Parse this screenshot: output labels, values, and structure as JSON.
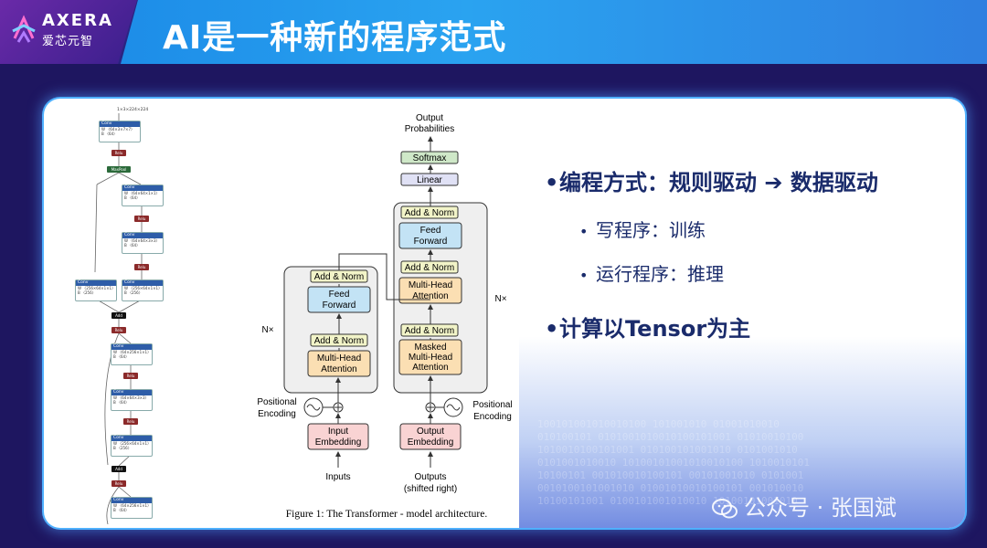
{
  "logo": {
    "brand": "AXERA",
    "chinese": "爱芯元智"
  },
  "title": "AI是一种新的程序范式",
  "figure": {
    "caption": "Figure 1: The Transformer - model architecture.",
    "output_probabilities": [
      "Output",
      "Probabilities"
    ],
    "softmax": "Softmax",
    "linear": "Linear",
    "add_norm": "Add & Norm",
    "feed_forward": [
      "Feed",
      "Forward"
    ],
    "multi_head": [
      "Multi-Head",
      "Attention"
    ],
    "masked_multi_head": [
      "Masked",
      "Multi-Head",
      "Attention"
    ],
    "nx": "N×",
    "positional_encoding": [
      "Positional",
      "Encoding"
    ],
    "input_embedding": [
      "Input",
      "Embedding"
    ],
    "output_embedding": [
      "Output",
      "Embedding"
    ],
    "inputs": "Inputs",
    "outputs": [
      "Outputs",
      "(shifted right)"
    ]
  },
  "resnet": {
    "top_label": "1×3×224×224",
    "conv": "Conv",
    "relu": "Relu",
    "maxpool": "MaxPool",
    "add": "Add",
    "lines": {
      "c1a": "W 〈64×3×7×7〉",
      "c1b": "B 〈64〉",
      "c2a": "W 〈64×64×1×1〉",
      "c2b": "B 〈64〉",
      "c3a": "W 〈64×64×3×3〉",
      "c3b": "B 〈64〉",
      "c4a": "W 〈256×64×1×1〉",
      "c4b": "B 〈256〉",
      "c5a": "W 〈256×64×1×1〉",
      "c5b": "B 〈256〉",
      "c6a": "W 〈64×256×1×1〉",
      "c6b": "B 〈64〉",
      "c7a": "W 〈64×64×3×3〉",
      "c7b": "B 〈64〉",
      "c8a": "W 〈256×64×1×1〉",
      "c8b": "B 〈256〉",
      "c9a": "W 〈64×256×1×1〉",
      "c9b": "B 〈64〉"
    }
  },
  "bullets": {
    "main1": "编程方式：规则驱动 ➔ 数据驱动",
    "sub1": "写程序：训练",
    "sub2": "运行程序：推理",
    "main2": "计算以Tensor为主"
  },
  "watermark": {
    "text": "公众号 · 张国斌"
  }
}
